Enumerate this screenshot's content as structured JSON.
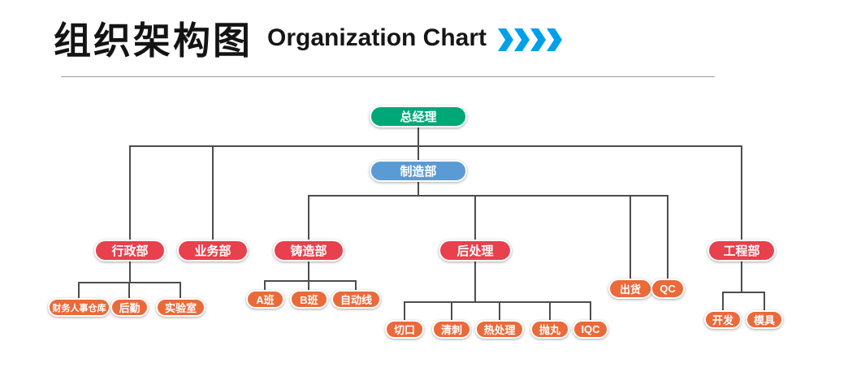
{
  "header": {
    "title_zh": "组织架构图",
    "title_en": "Organization Chart"
  },
  "colors": {
    "chevron_blue": "#00a0e9",
    "level1_green": "#00a878",
    "level2_blue": "#5b9bd5",
    "level3_red": "#e8404d",
    "level4_orange": "#ea6a3a",
    "connector_gray": "#4d4d4d"
  },
  "nodes": {
    "gm": {
      "label": "总经理"
    },
    "mfg": {
      "label": "制造部"
    },
    "admin": {
      "label": "行政部"
    },
    "sales": {
      "label": "业务部"
    },
    "casting": {
      "label": "铸造部"
    },
    "post": {
      "label": "后处理"
    },
    "eng": {
      "label": "工程部"
    },
    "shipping": {
      "label": "出货"
    },
    "qc": {
      "label": "QC"
    },
    "finance": {
      "label": "财务人事仓库"
    },
    "logistics": {
      "label": "后勤"
    },
    "lab": {
      "label": "实验室"
    },
    "class_a": {
      "label": "A班"
    },
    "class_b": {
      "label": "B班"
    },
    "auto_line": {
      "label": "自动线"
    },
    "cutting": {
      "label": "切口"
    },
    "deburring": {
      "label": "清刺"
    },
    "heat": {
      "label": "热处理"
    },
    "shot": {
      "label": "抛丸"
    },
    "iqc": {
      "label": "IQC"
    },
    "dev": {
      "label": "开发"
    },
    "mold": {
      "label": "模具"
    }
  },
  "chart_data": {
    "type": "org-chart",
    "hierarchy": {
      "label": "总经理",
      "children": [
        {
          "label": "行政部",
          "children": [
            {
              "label": "财务人事仓库"
            },
            {
              "label": "后勤"
            },
            {
              "label": "实验室"
            }
          ]
        },
        {
          "label": "业务部"
        },
        {
          "label": "制造部",
          "children": [
            {
              "label": "铸造部",
              "children": [
                {
                  "label": "A班"
                },
                {
                  "label": "B班"
                },
                {
                  "label": "自动线"
                }
              ]
            },
            {
              "label": "后处理",
              "children": [
                {
                  "label": "切口"
                },
                {
                  "label": "清刺"
                },
                {
                  "label": "热处理"
                },
                {
                  "label": "抛丸"
                },
                {
                  "label": "IQC"
                }
              ]
            },
            {
              "label": "出货"
            },
            {
              "label": "QC"
            }
          ]
        },
        {
          "label": "工程部",
          "children": [
            {
              "label": "开发"
            },
            {
              "label": "模具"
            }
          ]
        }
      ]
    }
  }
}
